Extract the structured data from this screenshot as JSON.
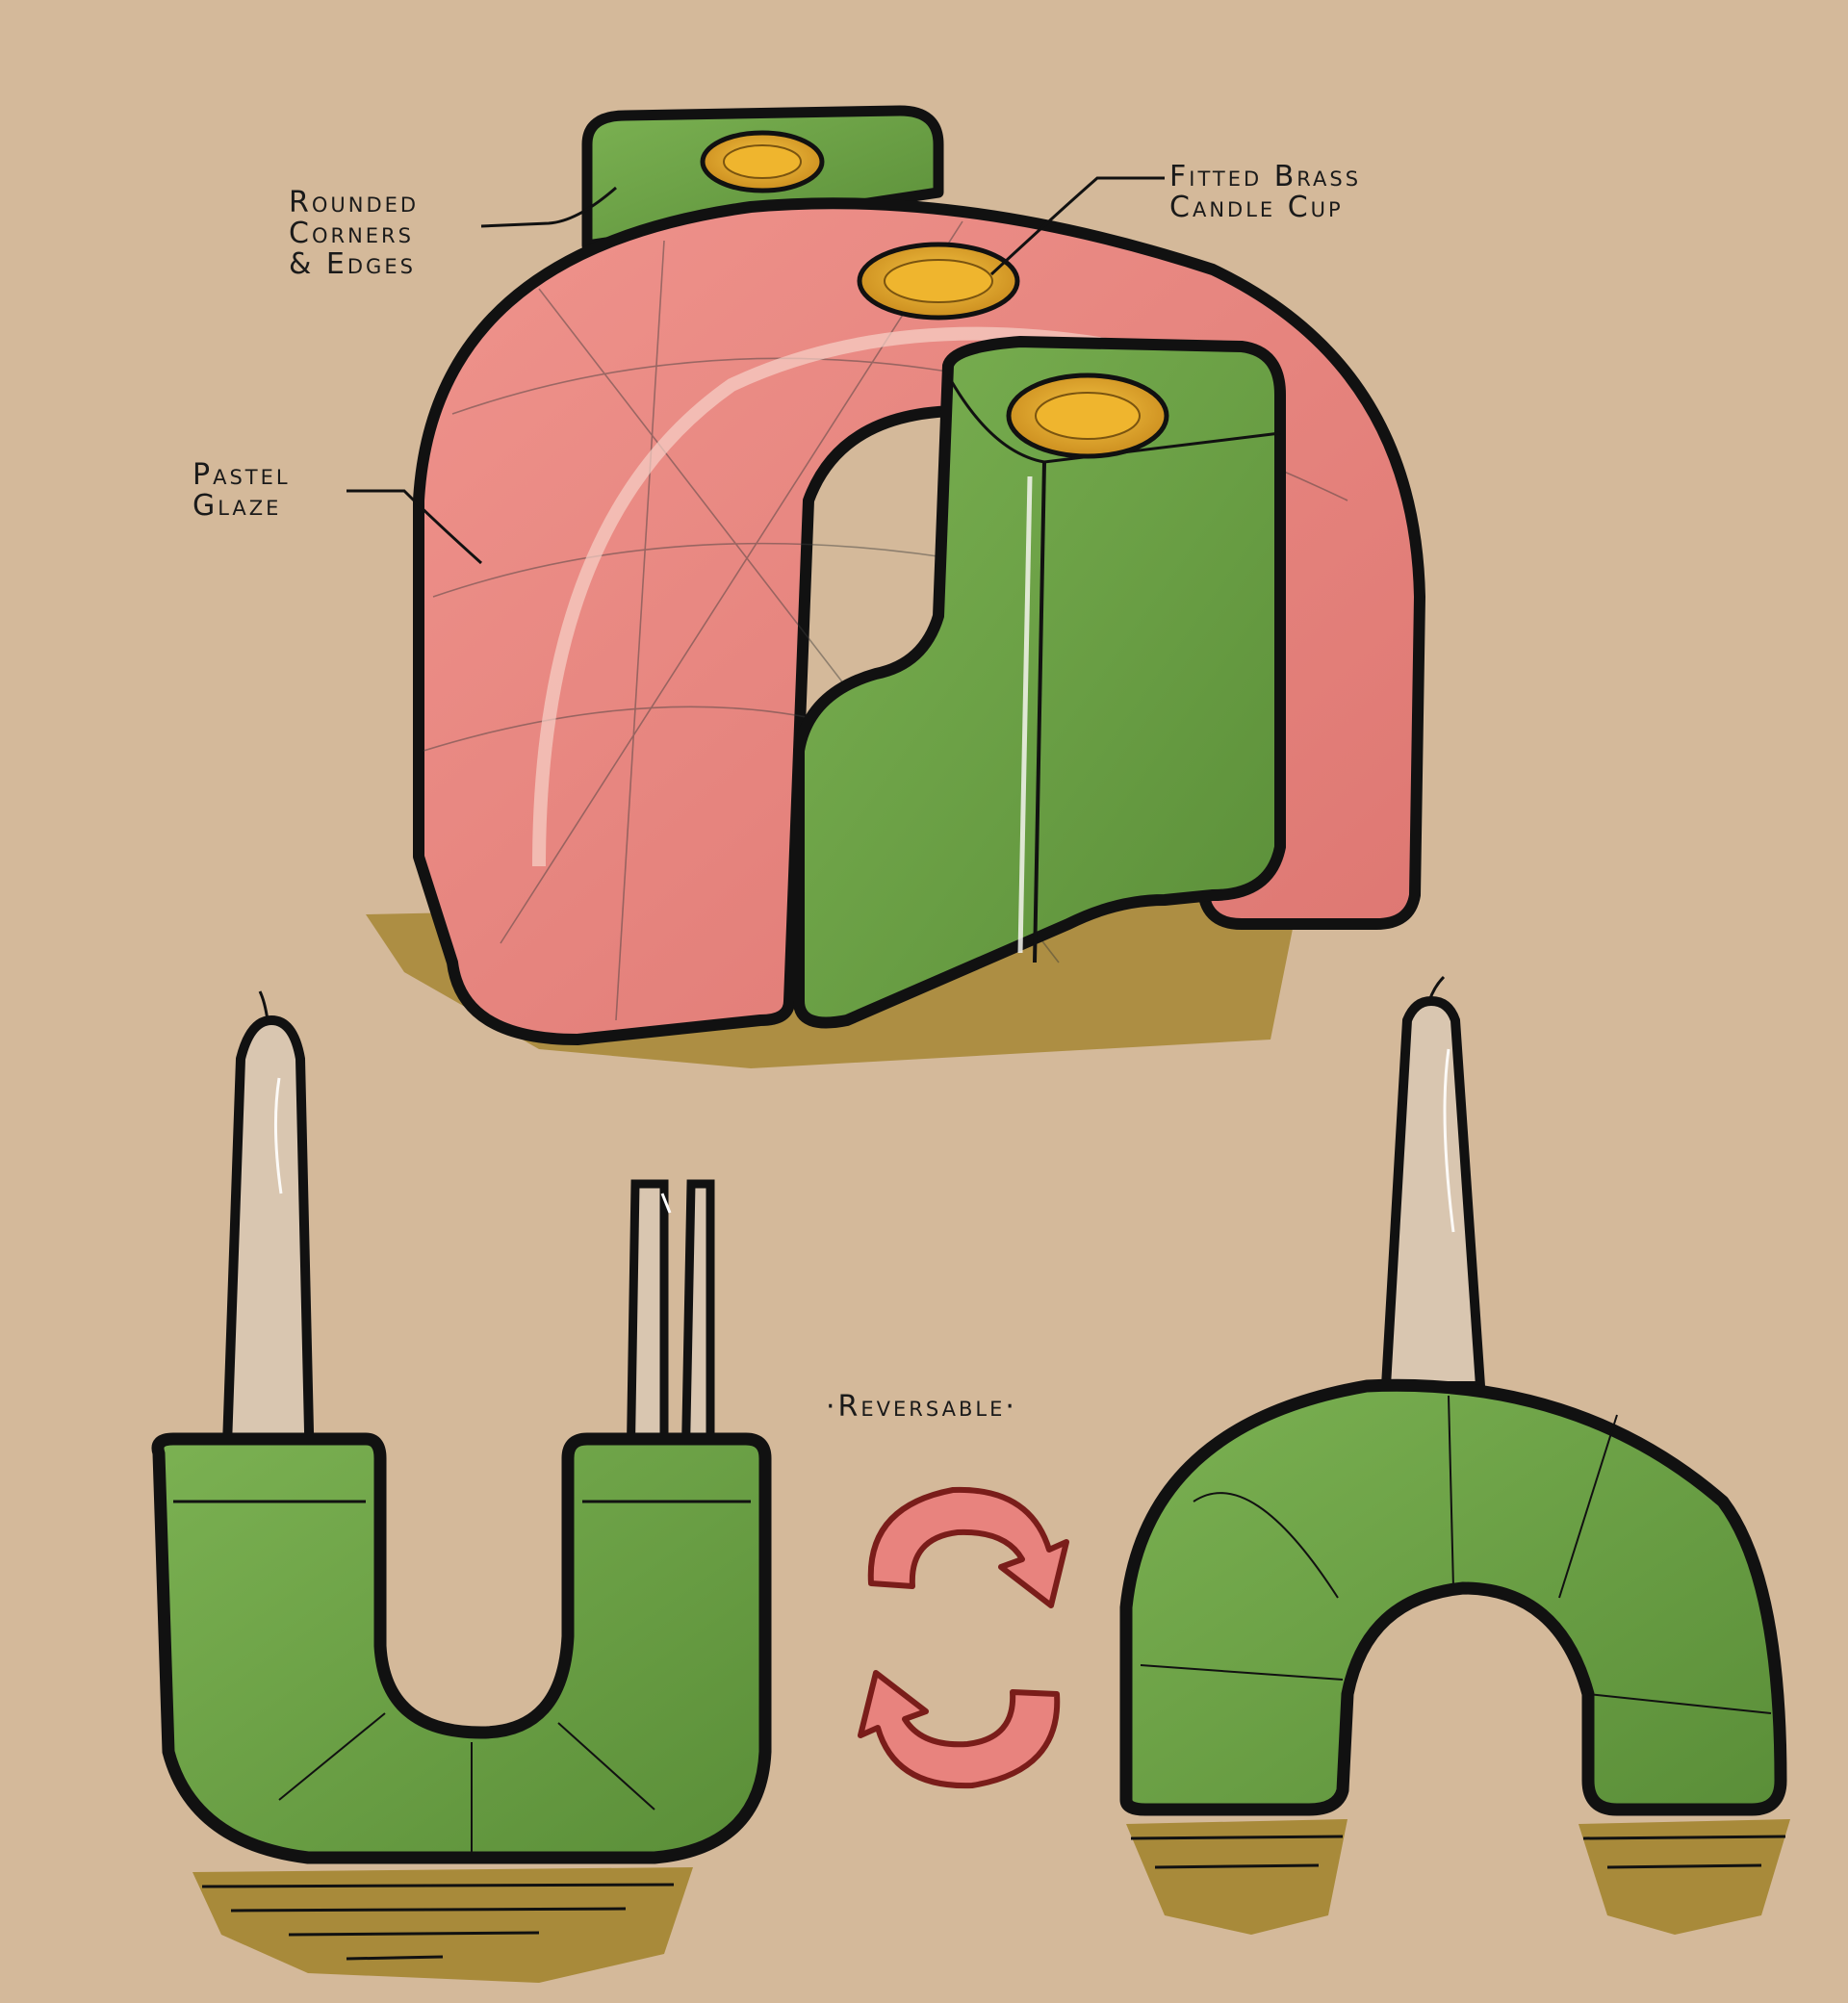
{
  "annotations": {
    "rounded_corners": [
      "Rounded",
      "Corners",
      "& Edges"
    ],
    "fitted_brass_candle_cup": [
      "Fitted Brass",
      "Candle Cup"
    ],
    "pastel_glaze": [
      "Pastel",
      "Glaze"
    ],
    "reversable": "·Reversable·"
  },
  "colors": {
    "paper": "#d4b99a",
    "pastel_pink": "#e8837e",
    "glaze_green": "#6aa043",
    "brass": "#e4a930",
    "shadow": "#a88a3a",
    "ink": "#111111"
  }
}
